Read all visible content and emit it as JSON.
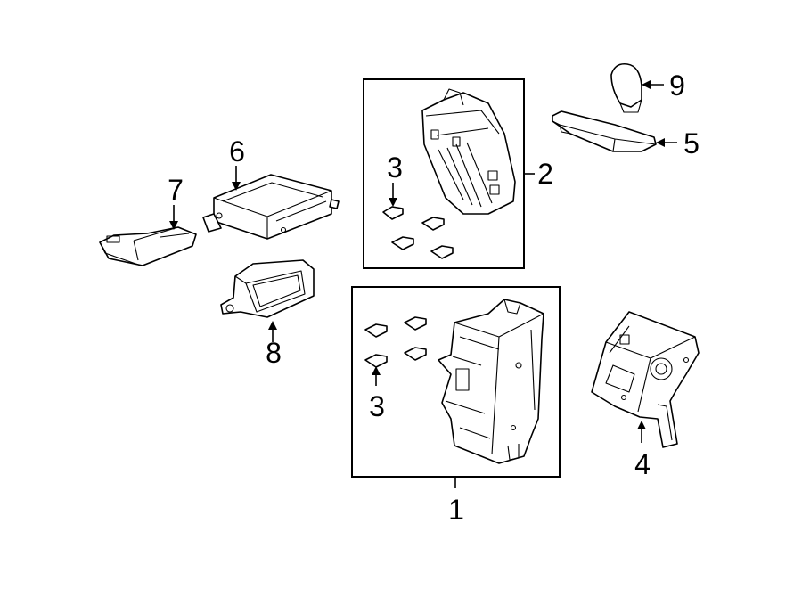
{
  "callouts": {
    "c1": "1",
    "c2": "2",
    "c3_upper": "3",
    "c3_lower": "3",
    "c4": "4",
    "c5": "5",
    "c6": "6",
    "c7": "7",
    "c8": "8",
    "c9": "9"
  },
  "colors": {
    "line": "#000000",
    "background": "#ffffff"
  }
}
